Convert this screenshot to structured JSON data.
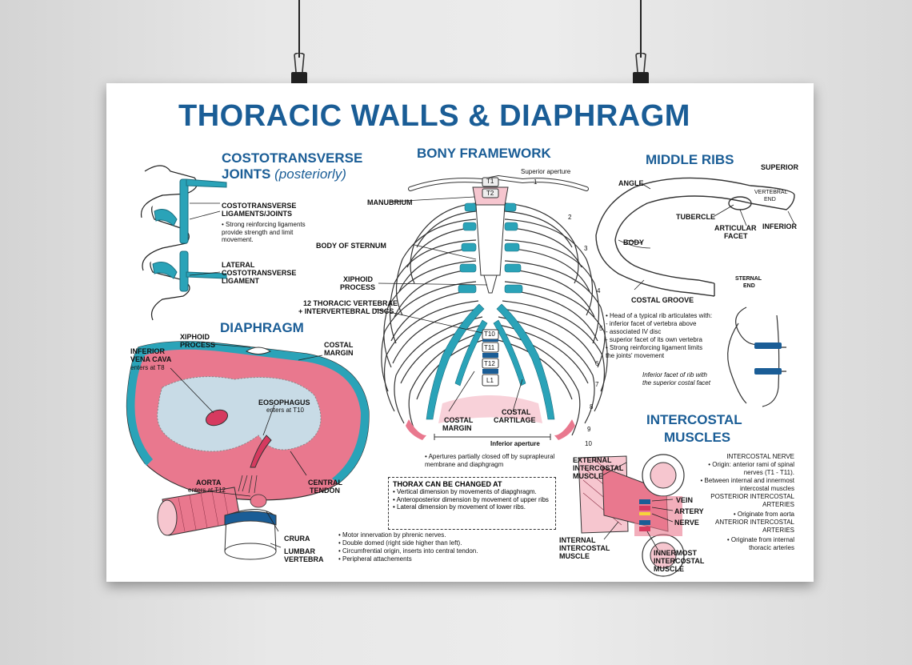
{
  "colors": {
    "title": "#1a5d96",
    "teal": "#2aa3b8",
    "pink": "#e9788e",
    "blue_gray": "#c8dbe6"
  },
  "title": "THORACIC WALLS & DIAPHRAGM",
  "costo": {
    "heading1": "COSTOTRANSVERSE",
    "heading2": "JOINTS",
    "heading2_italic": "(posteriorly)",
    "ligaments_label1": "COSTOTRANSVERSE",
    "ligaments_label2": "LIGAMENTS/JOINTS",
    "ligaments_note": "• Strong reinforcing ligaments provide strength and limit movement.",
    "lateral_label1": "LATERAL",
    "lateral_label2": "COSTOTRANSVERSE",
    "lateral_label3": "LIGAMENT"
  },
  "bony": {
    "heading": "BONY FRAMEWORK",
    "superior_aperture": "Superior aperture",
    "manubrium": "MANUBRIUM",
    "body_sternum": "BODY OF STERNUM",
    "xiphoid1": "XIPHOID",
    "xiphoid2": "PROCESS",
    "vertebrae1": "12 THORACIC VERTEBRAE",
    "vertebrae2": "+ INTERVERTEBRAL  DISCS",
    "costal_margin1": "COSTAL",
    "costal_margin2": "MARGIN",
    "costal_cartilage1": "COSTAL",
    "costal_cartilage2": "CARTILAGE",
    "inferior_aperture": "Inferior aperture",
    "vertebra_labels": [
      "T1",
      "T2",
      "T10",
      "T11",
      "T12",
      "L1"
    ],
    "rib_numbers": [
      "1",
      "2",
      "3",
      "4",
      "5",
      "6",
      "7",
      "8",
      "9",
      "10"
    ],
    "apertures_note": "• Apertures partially closed off by suprapleural membrane and diaphgragm"
  },
  "thorax_box": {
    "title": "THORAX CAN BE CHANGED AT",
    "items": [
      "• Vertical dimension by movements of diapghragm.",
      "• Anteroposterior dimension by movement of upper ribs",
      "• Lateral dimension by movement of lower ribs."
    ]
  },
  "middle_ribs": {
    "heading": "MIDDLE RIBS",
    "angle": "ANGLE",
    "superior": "SUPERIOR",
    "vertebral_end1": "VERTEBRAL",
    "vertebral_end2": "END",
    "tubercle": "TUBERCLE",
    "articular1": "ARTICULAR",
    "articular2": "FACET",
    "inferior": "INFERIOR",
    "body": "BODY",
    "sternal1": "STERNAL",
    "sternal2": "END",
    "costal_groove": "COSTAL GROOVE",
    "notes": [
      "• Head of a typical rib articulates with:",
      "- inferior facet of vertebra above",
      "- associated IV disc",
      "- superior facet of its own vertebra",
      "• Strong reinforcing ligament limits",
      "the joints' movement"
    ],
    "facet_note1": "Inferior facet of rib with",
    "facet_note2": "the superior costal facet"
  },
  "diaphragm": {
    "heading": "DIAPHRAGM",
    "xiphoid1": "XIPHOID",
    "xiphoid2": "PROCESS",
    "costal1": "COSTAL",
    "costal2": "MARGIN",
    "ivc1": "INFERIOR",
    "ivc2": "VENA CAVA",
    "ivc3": "enters at T8",
    "eso1": "EOSOPHAGUS",
    "eso2": "enters at T10",
    "central1": "CENTRAL",
    "central2": "TENDON",
    "aorta1": "AORTA",
    "aorta2": "enters at T12",
    "crura": "CRURA",
    "lumbar1": "LUMBAR",
    "lumbar2": "VERTEBRA",
    "notes": [
      "• Motor innervation by phrenic nerves.",
      "• Double domed (right side higher than left).",
      "• Circumfrential origin, inserts into central tendon.",
      "• Peripheral attachements"
    ]
  },
  "intercostal": {
    "heading1": "INTERCOSTAL",
    "heading2": "MUSCLES",
    "external1": "EXTERNAL",
    "external2": "INTERCOSTAL",
    "external3": "MUSCLE",
    "internal1": "INTERNAL",
    "internal2": "INTERCOSTAL",
    "internal3": "MUSCLE",
    "innermost1": "INNERMOST",
    "innermost2": "INTERCOSTAL",
    "innermost3": "MUSCLE",
    "vein": "VEIN",
    "artery": "ARTERY",
    "nerve": "NERVE",
    "notes": [
      "INTERCOSTAL NERVE",
      "• Origin: anterior rami of spinal",
      "nerves (T1 - T11).",
      "• Between internal and innermost",
      "intercostal muscles",
      "POSTERIOR INTERCOSTAL",
      "ARTERIES",
      "• Originate from aorta",
      "ANTERIOR INTERCOSTAL",
      "ARTERIES",
      "• Originate from internal",
      "thoracic arteries"
    ]
  }
}
